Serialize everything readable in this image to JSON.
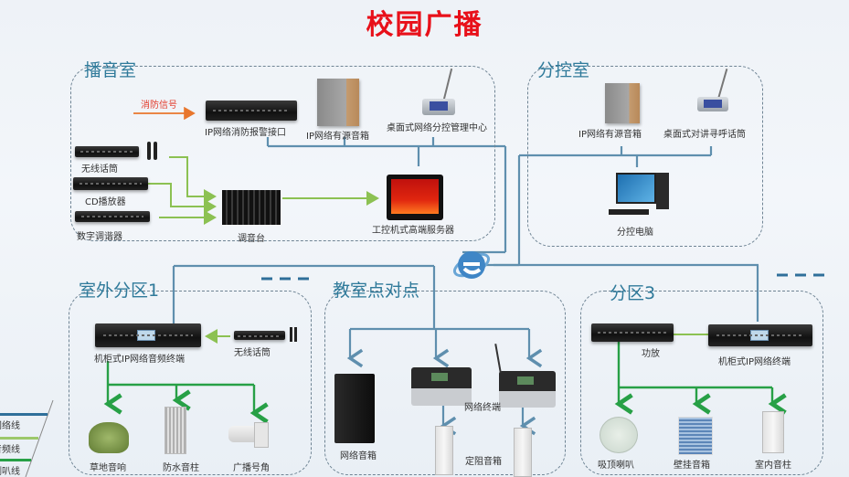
{
  "title": "校园广播",
  "colors": {
    "title": "#e8101a",
    "network_line": "#5f8fae",
    "audio_line": "#8cc152",
    "speaker_line": "#27a046",
    "fire_signal": "#e8762d",
    "zone_title": "#2f7a9a"
  },
  "zones": {
    "broadcast_room": {
      "title": "播音室",
      "fire_signal_label": "消防信号",
      "devices": {
        "fire_alarm_interface": "IP网络消防报警接口",
        "ip_active_speaker": "IP网络有源音箱",
        "desktop_control_center": "桌面式网络分控管理中心",
        "wireless_mic": "无线话筒",
        "cd_player": "CD播放器",
        "digital_tuner": "数字调谐器",
        "mixer": "调音台",
        "server": "工控机式高端服务器"
      }
    },
    "sub_control_room": {
      "title": "分控室",
      "devices": {
        "ip_active_speaker": "IP网络有源音箱",
        "desktop_paging_mic": "桌面式对讲寻呼话筒",
        "control_pc": "分控电脑"
      }
    },
    "outdoor_zone1": {
      "title": "室外分区1",
      "devices": {
        "rack_terminal": "机柜式IP网络音频终端",
        "wireless_mic": "无线话筒",
        "lawn_speaker": "草地音响",
        "waterproof_column": "防水音柱",
        "horn": "广播号角"
      }
    },
    "classroom_p2p": {
      "title": "教室点对点",
      "devices": {
        "network_speaker": "网络音箱",
        "network_terminal": "网络终端",
        "fixed_impedance_speaker": "定阻音箱"
      }
    },
    "zone3": {
      "title": "分区3",
      "devices": {
        "amplifier": "功放",
        "rack_terminal": "机柜式IP网络终端",
        "ceiling_speaker": "吸顶喇叭",
        "wall_speaker": "壁挂音箱",
        "indoor_column": "室内音柱"
      }
    }
  },
  "legend": [
    {
      "label": "网络线",
      "color": "#2f6f9a"
    },
    {
      "label": "音频线",
      "color": "#9cc86a"
    },
    {
      "label": "喇叭线",
      "color": "#27a046"
    }
  ],
  "hub_icon": "internet-explorer-icon"
}
